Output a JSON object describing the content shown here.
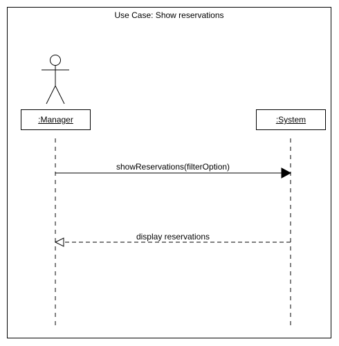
{
  "title": "Use Case: Show reservations",
  "lifelines": [
    {
      "label": ":Manager",
      "kind": "actor"
    },
    {
      "label": ":System",
      "kind": "object"
    }
  ],
  "messages": [
    {
      "label": "showReservations(filterOption)",
      "from": ":Manager",
      "to": ":System",
      "style": "solid"
    },
    {
      "label": "display reservations",
      "from": ":System",
      "to": ":Manager",
      "style": "dashed"
    }
  ]
}
